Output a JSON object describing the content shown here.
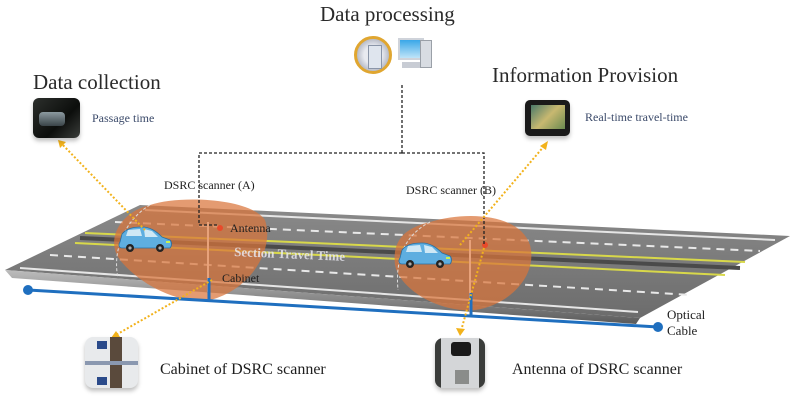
{
  "titles": {
    "processing": "Data processing",
    "collection": "Data collection",
    "provision": "Information Provision"
  },
  "subtitles": {
    "passage_time": "Passage time",
    "realtime": "Real-time travel-time"
  },
  "labels": {
    "scanner_a": "DSRC scanner (A)",
    "scanner_b": "DSRC scanner (B)",
    "antenna": "Antenna",
    "cabinet": "Cabinet",
    "road_text": "Section Travel Time",
    "optical_line1": "Optical",
    "optical_line2": "Cable"
  },
  "captions": {
    "cabinet": "Cabinet of DSRC scanner",
    "antenna": "Antenna of DSRC scanner"
  },
  "icons": {
    "server": "server-icon",
    "computer": "desktop-computer-icon",
    "vehicle_photo": "vehicle-photo-icon",
    "navigation": "navigation-device-icon",
    "cabinet_photo": "cabinet-photo-icon",
    "antenna_photo": "antenna-photo-icon"
  },
  "colors": {
    "road": "#7b7b7b",
    "coverage": "#d9743a",
    "cable": "#1f6fbf",
    "arrow": "#f2b21b",
    "dashed_link": "#222222",
    "lane_yellow": "#d8d84a"
  }
}
